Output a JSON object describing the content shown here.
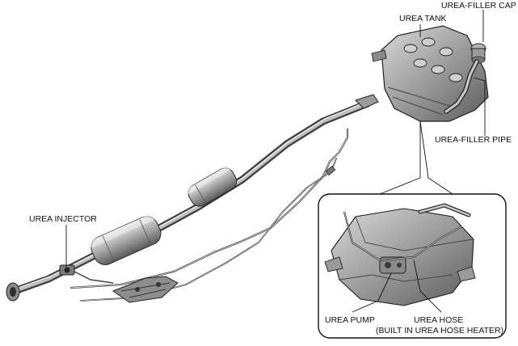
{
  "labels": {
    "urea_filler_cap": "UREA-FILLER CAP",
    "urea_tank": "UREA TANK",
    "urea_filler_pipe": "UREA-FILLER PIPE",
    "urea_injector": "UREA INJECTOR",
    "urea_pump": "UREA PUMP",
    "urea_hose": "UREA HOSE",
    "urea_hose_note": "(BUILT IN UREA HOSE HEATER)"
  },
  "colors": {
    "line": "#111111",
    "metal_dark": "#6f6f6f",
    "metal_mid": "#a8a8a8",
    "metal_light": "#e3e3e3",
    "background": "#ffffff"
  }
}
